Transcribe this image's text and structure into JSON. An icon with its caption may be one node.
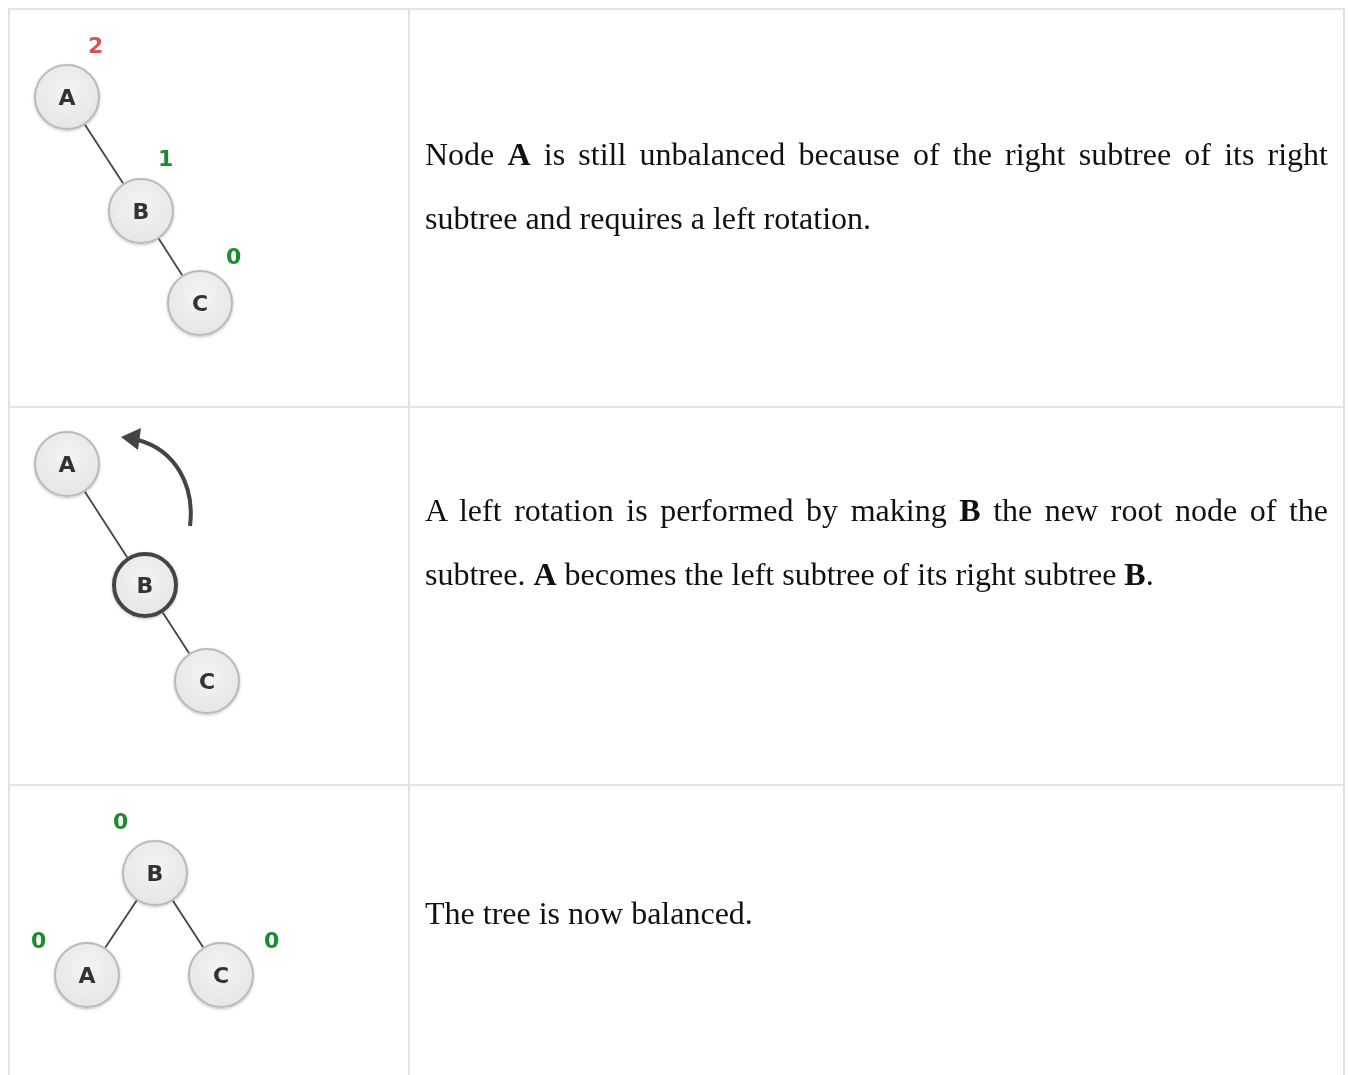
{
  "diagram": {
    "nodes": [
      {
        "text": [
          "A"
        ],
        "beside": [
          "2"
        ]
      },
      {
        "text": [
          "B"
        ],
        "beside": [
          "1"
        ]
      },
      {
        "text": [
          "C"
        ],
        "beside": [
          "0"
        ]
      },
      {
        "text": [
          "A"
        ]
      },
      {
        "text": [
          "B"
        ]
      },
      {
        "text": [
          "C"
        ]
      },
      {
        "text": [
          "B"
        ],
        "beside": [
          "0"
        ]
      },
      {
        "text": [
          "A"
        ],
        "beside": [
          "0"
        ]
      },
      {
        "text": [
          "C"
        ],
        "beside": [
          "0"
        ]
      }
    ],
    "edges": [
      {
        "from": 0,
        "to": 1,
        "arrow": "none"
      },
      {
        "from": 1,
        "to": 2,
        "arrow": "none"
      },
      {
        "from": 3,
        "to": 4,
        "arrow": "none"
      },
      {
        "from": 4,
        "to": 5,
        "arrow": "none"
      },
      {
        "from": 6,
        "to": 7,
        "arrow": "none"
      },
      {
        "from": 6,
        "to": 8,
        "arrow": "none"
      }
    ],
    "labels": [
      "Node **A** is still unbalanced because of the right subtree of its right subtree and requires a left rotation.",
      "A left rotation is performed by making **B** the new root node of the subtree. **A** becomes the left subtree of its right subtree **B**.",
      "The tree is now balanced."
    ]
  }
}
